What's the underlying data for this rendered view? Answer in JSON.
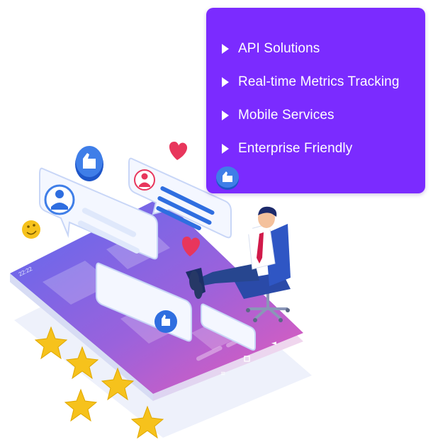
{
  "features": {
    "items": [
      {
        "label": "API Solutions"
      },
      {
        "label": "Real-time Metrics Tracking"
      },
      {
        "label": "Mobile Services"
      },
      {
        "label": "Enterprise Friendly"
      }
    ],
    "bullet_icon": "triangle-right-icon",
    "badge_icon": "thumbs-up-icon"
  },
  "phone": {
    "status_time": "22:22"
  },
  "rating": {
    "stars": 5
  },
  "colors": {
    "card_purple": "#7b2bff",
    "phone_gradient_start": "#5b6af0",
    "phone_gradient_end": "#e85bb8",
    "accent_blue": "#2f6ee0",
    "heart_red": "#e8365c",
    "star_gold": "#f6c21c"
  }
}
